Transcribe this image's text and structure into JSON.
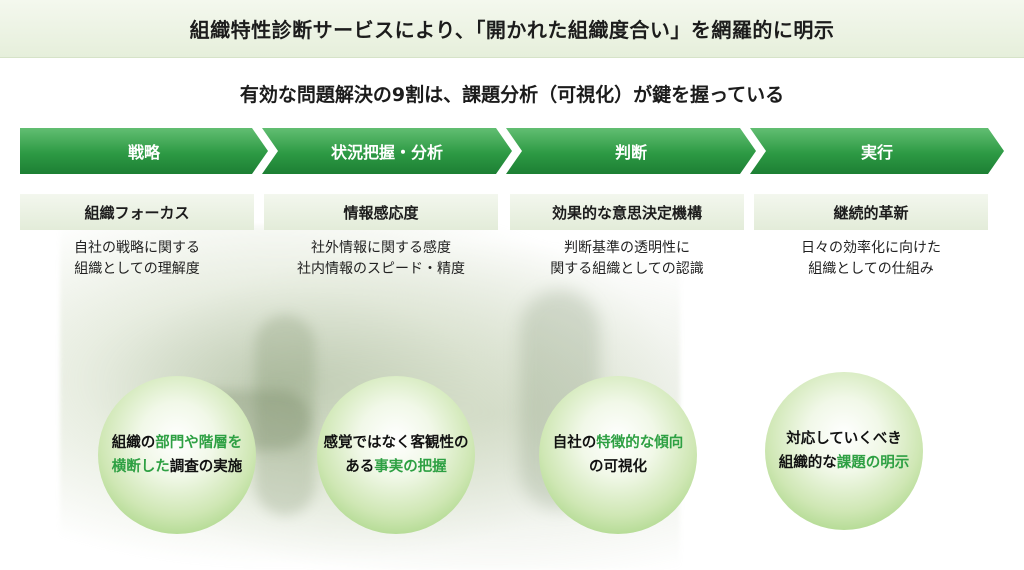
{
  "banner": {
    "text": "組織特性診断サービスにより、「開かれた組織度合い」を網羅的に明示"
  },
  "subtitle": "有効な問題解決の9割は、課題分析（可視化）が鍵を握っている",
  "stages": [
    {
      "label": "戦略",
      "sub": "組織フォーカス",
      "desc": [
        "自社の戦略に関する",
        "組織としての理解度"
      ],
      "circle": [
        [
          {
            "t": "組織の",
            "hl": false
          },
          {
            "t": "部門や階層を",
            "hl": true
          }
        ],
        [
          {
            "t": "横断した",
            "hl": true
          },
          {
            "t": "調査の実施",
            "hl": false
          }
        ]
      ]
    },
    {
      "label": "状況把握・分析",
      "sub": "情報感応度",
      "desc": [
        "社外情報に関する感度",
        "社内情報のスピード・精度"
      ],
      "circle": [
        [
          {
            "t": "感覚ではなく客観性の",
            "hl": false
          }
        ],
        [
          {
            "t": "ある",
            "hl": false
          },
          {
            "t": "事実の把握",
            "hl": true
          }
        ]
      ]
    },
    {
      "label": "判断",
      "sub": "効果的な意思決定機構",
      "desc": [
        "判断基準の透明性に",
        "関する組織としての認識"
      ],
      "circle": [
        [
          {
            "t": "自社の",
            "hl": false
          },
          {
            "t": "特徴的な傾向",
            "hl": true
          }
        ],
        [
          {
            "t": "の可視化",
            "hl": false
          }
        ]
      ]
    },
    {
      "label": "実行",
      "sub": "継続的革新",
      "desc": [
        "日々の効率化に向けた",
        "組織としての仕組み"
      ],
      "circle": [
        [
          {
            "t": "対応していくべき",
            "hl": false
          }
        ],
        [
          {
            "t": "組織的な",
            "hl": false
          },
          {
            "t": "課題の明示",
            "hl": true
          }
        ]
      ]
    }
  ]
}
